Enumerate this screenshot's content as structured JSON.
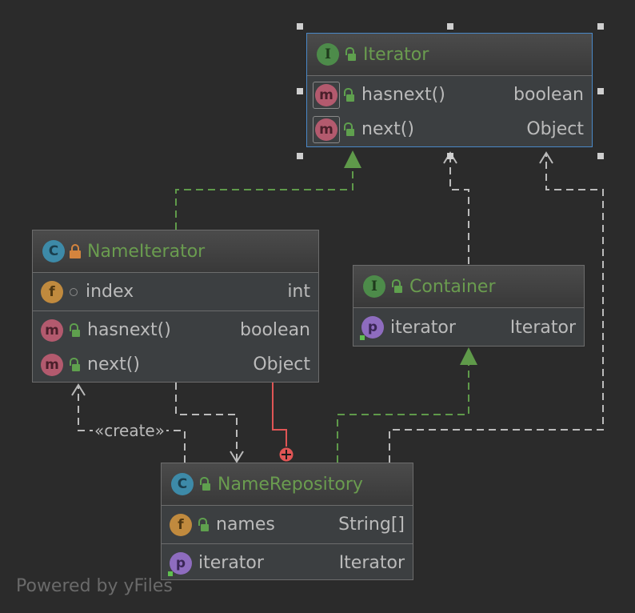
{
  "classes": {
    "iterator": {
      "kind_letter": "I",
      "name": "Iterator",
      "methods": [
        {
          "name": "hasnext()",
          "type": "boolean"
        },
        {
          "name": "next()",
          "type": "Object"
        }
      ]
    },
    "name_iterator": {
      "kind_letter": "C",
      "name": "NameIterator",
      "fields": [
        {
          "name": "index",
          "type": "int"
        }
      ],
      "methods": [
        {
          "name": "hasnext()",
          "type": "boolean"
        },
        {
          "name": "next()",
          "type": "Object"
        }
      ]
    },
    "container": {
      "kind_letter": "I",
      "name": "Container",
      "properties": [
        {
          "name": "iterator",
          "type": "Iterator"
        }
      ]
    },
    "name_repository": {
      "kind_letter": "C",
      "name": "NameRepository",
      "fields": [
        {
          "name": "names",
          "type": "String[]"
        }
      ],
      "properties": [
        {
          "name": "iterator",
          "type": "Iterator"
        }
      ]
    }
  },
  "badge_letters": {
    "method": "m",
    "field": "f",
    "property": "p"
  },
  "edge_labels": {
    "create": "«create»"
  },
  "footer": "Powered by yFiles",
  "colors": {
    "background": "#2b2b2b",
    "box": "#3c3f41",
    "title": "#6a9c4f",
    "realization": "#5f9a4a",
    "dependency": "#bbbbbb",
    "nested": "#e05555",
    "selection": "#4a88c7"
  }
}
